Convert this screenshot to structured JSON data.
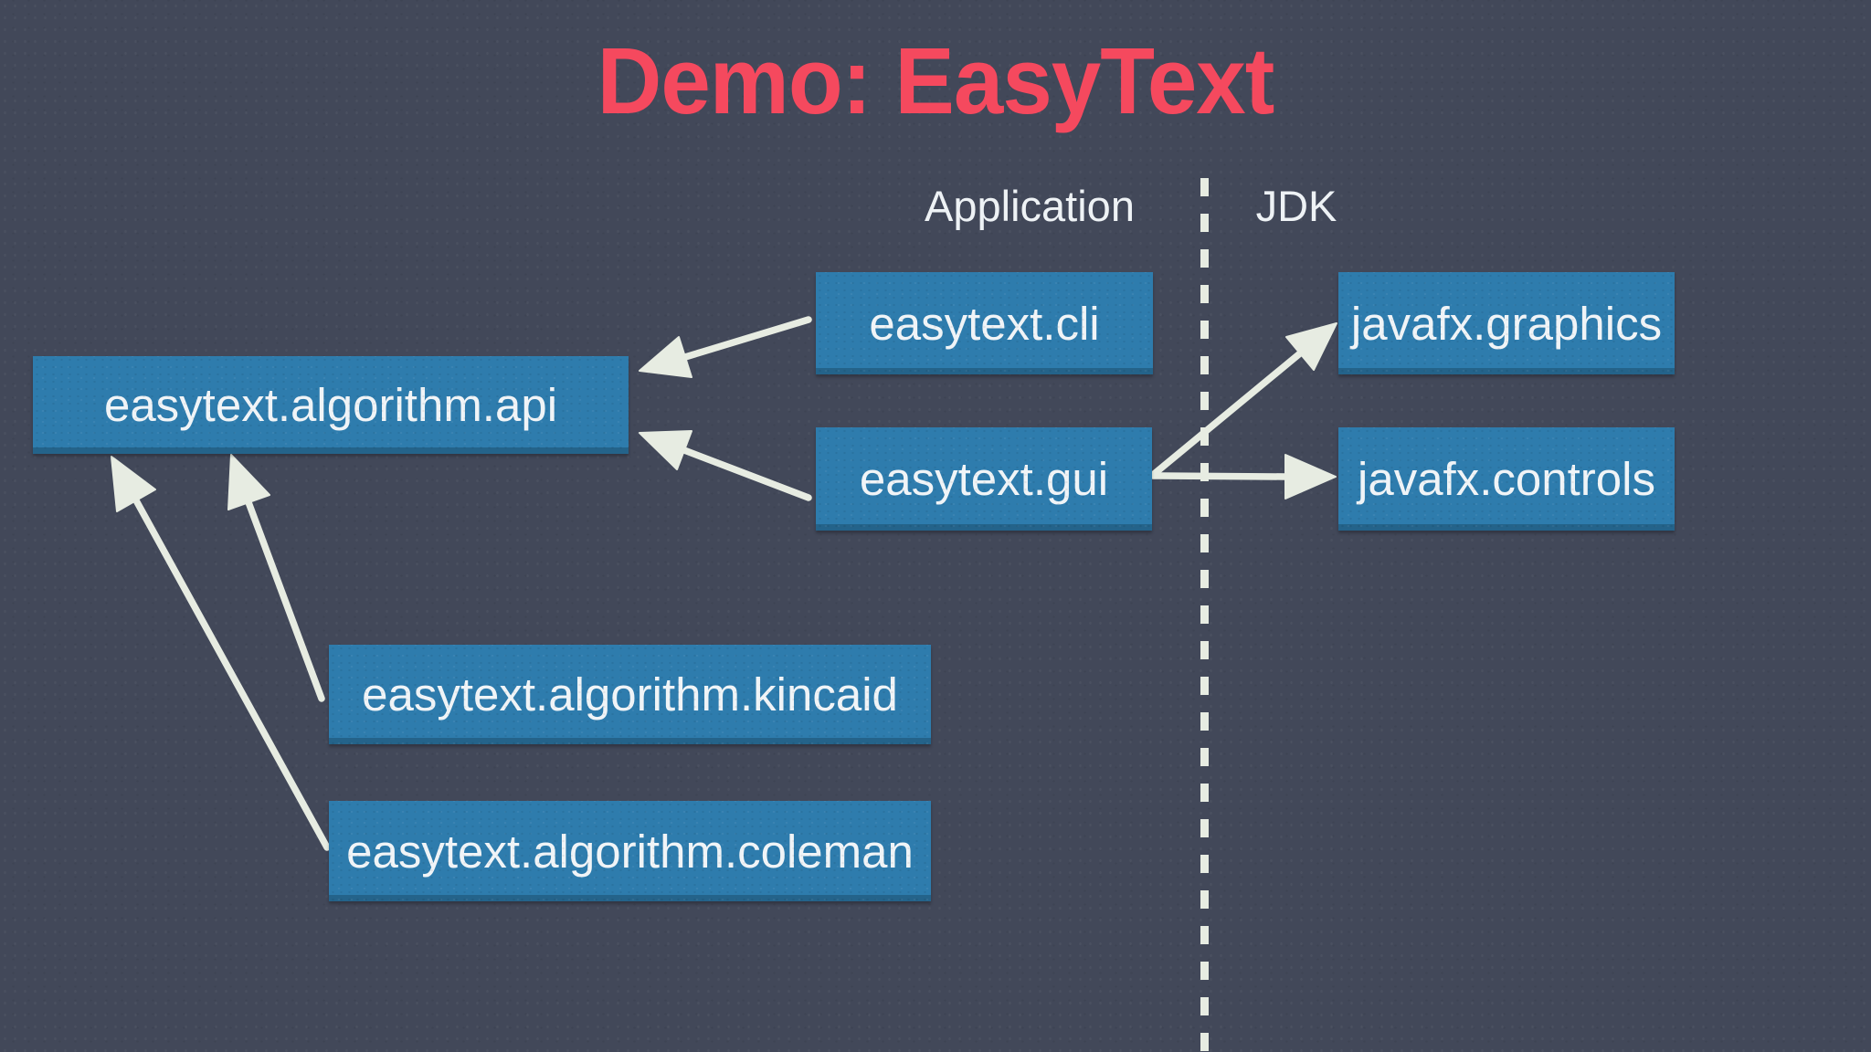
{
  "slide": {
    "title": "Demo: EasyText",
    "region_labels": {
      "left": "Application",
      "right": "JDK"
    }
  },
  "modules": {
    "api": "easytext.algorithm.api",
    "cli": "easytext.cli",
    "gui": "easytext.gui",
    "graphics": "javafx.graphics",
    "controls": "javafx.controls",
    "kincaid": "easytext.algorithm.kincaid",
    "coleman": "easytext.algorithm.coleman"
  },
  "dependencies": [
    {
      "from": "easytext.cli",
      "to": "easytext.algorithm.api"
    },
    {
      "from": "easytext.gui",
      "to": "easytext.algorithm.api"
    },
    {
      "from": "easytext.algorithm.kincaid",
      "to": "easytext.algorithm.api"
    },
    {
      "from": "easytext.algorithm.coleman",
      "to": "easytext.algorithm.api"
    },
    {
      "from": "easytext.gui",
      "to": "javafx.graphics"
    },
    {
      "from": "easytext.gui",
      "to": "javafx.controls"
    }
  ],
  "colors": {
    "background": "#424859",
    "module_fill": "#2e7cad",
    "module_text": "#f0f4f7",
    "title_accent": "#f5495e",
    "chalk_lines": "#e7ece2"
  }
}
